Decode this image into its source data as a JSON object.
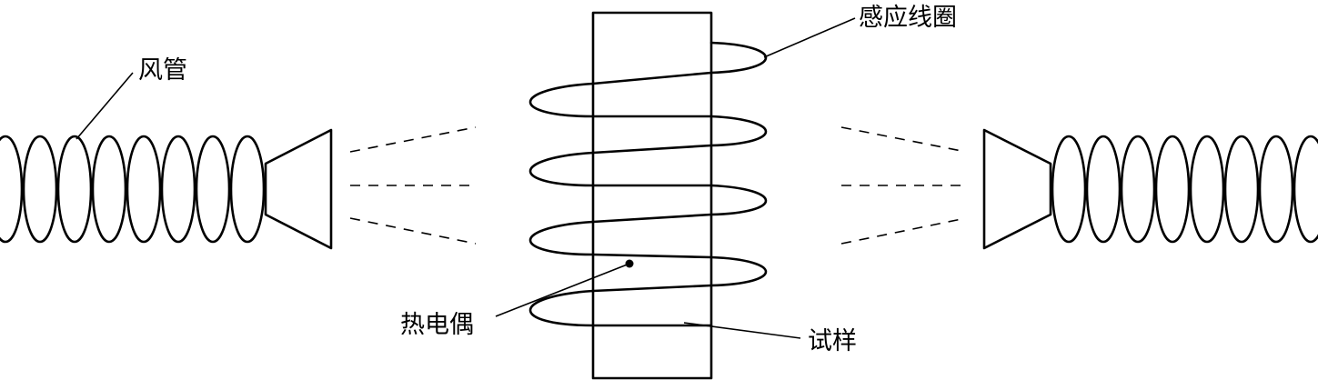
{
  "labels": {
    "air_duct": "风管",
    "induction_coil": "感应线圈",
    "thermocouple": "热电偶",
    "specimen": "试样"
  },
  "colors": {
    "line": "#000000",
    "background": "#ffffff"
  }
}
